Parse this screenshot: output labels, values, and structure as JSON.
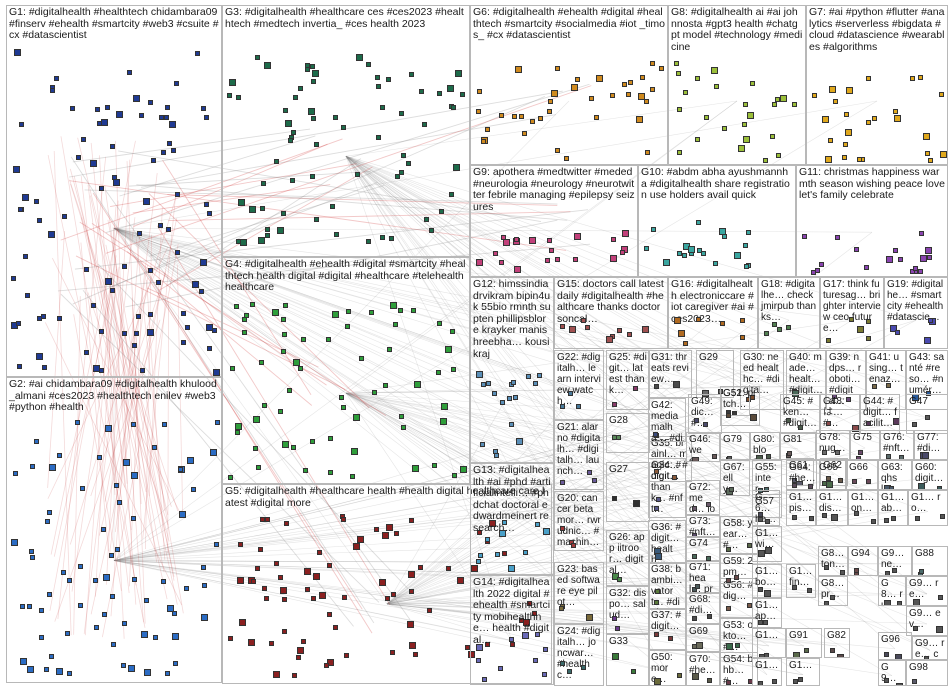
{
  "groups": [
    {
      "id": "G1",
      "label": "G1: #digitalhealth #healthtech chidambara09 #finserv #ehealth #smartcity #web3 #csuite #cx #datascientist",
      "color": "#1f3a93"
    },
    {
      "id": "G2",
      "label": "G2: #ai chidambara09 #digitalhealth khulood_almani #ces2023 #healthtech enilev #web3 #python #health",
      "color": "#2b6cc4"
    },
    {
      "id": "G3",
      "label": "G3: #digitalhealth #healthcare ces #ces2023 #healthtech #medtech invertia_ #ces health 2023",
      "color": "#1d6b4a"
    },
    {
      "id": "G4",
      "label": "G4: #digitalhealth #ehealth #digital #smartcity #healthtech health digital #digital #healthcare #telehealth healthcare",
      "color": "#2e9e3a"
    },
    {
      "id": "G5",
      "label": "G5: #digitalhealth #healthcare health #health digital healthcare care latest #digital more",
      "color": "#8b2020"
    },
    {
      "id": "G6",
      "label": "G6: #digitalhealth #ehealth #digital #healthtech #smartcity #socialmedia #iot _timos_ #cx #datascientist",
      "color": "#d08a1e"
    },
    {
      "id": "G7",
      "label": "G7: #ai #python #flutter #analytics #serverless #bigdata #cloud #datascience #wearables #algorithms",
      "color": "#e0a81c"
    },
    {
      "id": "G8",
      "label": "G8: #digitalhealth ai #ai johnnosta #gpt3 health #chatgpt model #technology #medicine",
      "color": "#9bbf3a"
    },
    {
      "id": "G9",
      "label": "G9: apothera #medtwitter #meded #neurologia #neurology #neurotwitter febrile managing #epilepsy seizures",
      "color": "#c2407a"
    },
    {
      "id": "G10",
      "label": "G10: #abdm abha ayushmannha #digitalhealth share registration use holders avail quick",
      "color": "#3aa6a0"
    },
    {
      "id": "G11",
      "label": "G11: christmas happiness warmth season wishing peace love let's family celebrate",
      "color": "#8a44b0"
    },
    {
      "id": "G12",
      "label": "G12: himssindia drvikram bipin4uk 55bio rmnth supten phillipsblore krayker manishreebha… kousikraj",
      "color": "#5a8fb8"
    },
    {
      "id": "G13",
      "label": "G13: #digitalhealth #ai #phd #artificialintelli… #phdchat doctoral edwardmeinert research…",
      "color": "#4aa0c8"
    },
    {
      "id": "G14",
      "label": "G14: #digitalhealth 2022 digital #ehealth #smartcity mobihealthne… health #digital…",
      "color": "#6a6ab8"
    },
    {
      "id": "G15",
      "label": "G15: doctors call latest daily #digitalhealth #healthcare thanks doctorsoncal…",
      "color": "#a05050"
    },
    {
      "id": "G16",
      "label": "G16: #digitalhealth electroniccare #iot caregiver #ai #ces2023…",
      "color": "#b06a20"
    },
    {
      "id": "G17",
      "label": "G17: think futuresag… brighter interview ceo future…",
      "color": "#7a7a30"
    },
    {
      "id": "G18",
      "label": "G18: #digitalhe… check jmirpub thanks…",
      "color": "#508050"
    },
    {
      "id": "G19",
      "label": "G19: #digitalhe… #smartcity #ehealth #datascie…",
      "color": "#4a4ab0"
    },
    {
      "id": "G20",
      "label": "G20: cancer betamor… rwrudnic… #machin…",
      "color": "#a03a3a"
    },
    {
      "id": "G21",
      "label": "G21: alarno #digitalh… #digitalh… launch…",
      "color": "#6a5a9a"
    },
    {
      "id": "G22",
      "label": "G22: #digitalh… learn interview watch…",
      "color": "#4a7a9a"
    },
    {
      "id": "G23",
      "label": "G23: based software eye pilot…",
      "color": "#7a6a3a"
    },
    {
      "id": "G24",
      "label": "G24: #digitalh… joncwar… #healthc…",
      "color": "#3a6a6a"
    },
    {
      "id": "G25",
      "label": "G25: #digit… latest thank…",
      "color": "#8a3a6a"
    },
    {
      "id": "G26",
      "label": "G26: app iitroor… digital…",
      "color": "#4a8a4a"
    },
    {
      "id": "G27",
      "label": "G27",
      "color": "#303030"
    },
    {
      "id": "G28",
      "label": "G28",
      "color": "#5a8a5a"
    },
    {
      "id": "G29",
      "label": "G29",
      "color": "#6a6a6a"
    },
    {
      "id": "G30",
      "label": "G30: need healthc… #digita…",
      "color": "#7a4a2a"
    },
    {
      "id": "G31",
      "label": "G31: threats review…",
      "color": "#4a4a4a"
    },
    {
      "id": "G32",
      "label": "G32: dispo… salud…",
      "color": "#6a3a8a"
    },
    {
      "id": "G33",
      "label": "G33",
      "color": "#3a7a3a"
    },
    {
      "id": "G34",
      "label": "G34: #digit… thank… #nft…",
      "color": "#5a5a8a"
    },
    {
      "id": "G35",
      "label": "G35: brainl… magic… #digit…",
      "color": "#8a5a3a"
    },
    {
      "id": "G36",
      "label": "G36: #digit… health…",
      "color": "#3a5a7a"
    },
    {
      "id": "G37",
      "label": "G37: #digit…",
      "color": "#7a3a3a"
    },
    {
      "id": "G38",
      "label": "G38: bambi… vatort… #digit…",
      "color": "#5a7a3a"
    },
    {
      "id": "G39",
      "label": "G39: ndps… roboti… #digita…",
      "color": "#6a4a7a"
    },
    {
      "id": "G40",
      "label": "G40: made… healt… #digit…",
      "color": "#4a6a5a"
    },
    {
      "id": "G41",
      "label": "G41: using… tenaz…",
      "color": "#7a6a4a"
    },
    {
      "id": "G42",
      "label": "G42: media malha… #digi…",
      "color": "#3a4a7a"
    },
    {
      "id": "G43",
      "label": "G43: santé #reso… #numér…",
      "color": "#2a5a9a"
    },
    {
      "id": "G44",
      "label": "G44: #digit… facilit…",
      "color": "#5a3a5a"
    },
    {
      "id": "G45",
      "label": "G45: #ken… #digit…",
      "color": "#4a5a4a"
    },
    {
      "id": "G46",
      "label": "G46: wee…",
      "color": "#6a5a5a"
    },
    {
      "id": "G47",
      "label": "G47",
      "color": "#5a5a5a"
    },
    {
      "id": "G48",
      "label": "G48: は… #…",
      "color": "#8a4a4a"
    },
    {
      "id": "G49",
      "label": "G49: dic… #…",
      "color": "#4a4a6a"
    },
    {
      "id": "G50",
      "label": "G50: more…",
      "color": "#6a6a3a"
    },
    {
      "id": "G51",
      "label": "G51",
      "color": "#3a3a3a"
    },
    {
      "id": "G52",
      "label": "G52: pitch…",
      "color": "#5a4a3a"
    },
    {
      "id": "G53",
      "label": "G53: okto… #…",
      "color": "#3a6a4a"
    },
    {
      "id": "G54",
      "label": "G54: bhb… #…",
      "color": "#6a3a4a"
    },
    {
      "id": "G55",
      "label": "G55: inter… #…",
      "color": "#4a6a6a"
    },
    {
      "id": "G56",
      "label": "G56: #dig…",
      "color": "#7a5a4a"
    },
    {
      "id": "G57",
      "label": "G57",
      "color": "#4a4a5a"
    },
    {
      "id": "G58",
      "label": "G58: year… #…",
      "color": "#5a6a4a"
    },
    {
      "id": "G59",
      "label": "G59: 2pm…",
      "color": "#6a4a4a"
    },
    {
      "id": "G60",
      "label": "G60: digit…",
      "color": "#3a5a5a"
    },
    {
      "id": "G61",
      "label": "G61",
      "color": "#5a5a6a"
    },
    {
      "id": "G62",
      "label": "G62",
      "color": "#6a5a4a"
    },
    {
      "id": "G63",
      "label": "G63: qhsl… #…",
      "color": "#4a5a6a"
    },
    {
      "id": "G64",
      "label": "G64: #he…",
      "color": "#5a4a5a"
    },
    {
      "id": "G65",
      "label": "G65",
      "color": "#4a6a4a"
    },
    {
      "id": "G66",
      "label": "G66",
      "color": "#6a4a5a"
    },
    {
      "id": "G67",
      "label": "G67: elly… #…",
      "color": "#5a6a5a"
    },
    {
      "id": "G68",
      "label": "G68: #di…",
      "color": "#4a4a4a"
    },
    {
      "id": "G69",
      "label": "G69",
      "color": "#6a6a5a"
    },
    {
      "id": "G70",
      "label": "G70: #he…",
      "color": "#5a5a4a"
    },
    {
      "id": "G71",
      "label": "G71: heal… pred…",
      "color": "#4a5a5a"
    },
    {
      "id": "G72",
      "label": "G72: med… ioht…",
      "color": "#6a5a6a"
    },
    {
      "id": "G73",
      "label": "G73: #nft…",
      "color": "#5a4a6a"
    },
    {
      "id": "G74",
      "label": "G74",
      "color": "#4a6a5a"
    },
    {
      "id": "G75",
      "label": "G75",
      "color": "#6a4a6a"
    },
    {
      "id": "G76",
      "label": "G76: #nft…",
      "color": "#5a6a6a"
    },
    {
      "id": "G77",
      "label": "G77: #di…",
      "color": "#4a4a6a"
    },
    {
      "id": "G78",
      "label": "G78: nug…",
      "color": "#6a6a6a"
    },
    {
      "id": "G79",
      "label": "G79",
      "color": "#5a5a5a"
    },
    {
      "id": "G80",
      "label": "G80: bloc…",
      "color": "#4a5a4a"
    },
    {
      "id": "G81",
      "label": "G81",
      "color": "#6a5a5a"
    },
    {
      "id": "G82",
      "label": "G82",
      "color": "#5a4a4a"
    },
    {
      "id": "G88",
      "label": "G88",
      "color": "#4a6a6a"
    },
    {
      "id": "G91",
      "label": "G91",
      "color": "#5a6a4a"
    },
    {
      "id": "G94",
      "label": "G94",
      "color": "#6a4a4a"
    },
    {
      "id": "G96",
      "label": "G96",
      "color": "#4a4a5a"
    },
    {
      "id": "G98",
      "label": "G98",
      "color": "#5a5a6a"
    },
    {
      "id": "G6x",
      "label": "G6… he…",
      "color": "#555555"
    },
    {
      "id": "G1a",
      "label": "G1… pis…",
      "color": "#555555"
    },
    {
      "id": "G1b",
      "label": "G1… dis…",
      "color": "#555555"
    },
    {
      "id": "G1c",
      "label": "G1… on…",
      "color": "#555555"
    },
    {
      "id": "G1d",
      "label": "G1… ab…",
      "color": "#555555"
    },
    {
      "id": "G1e",
      "label": "G1… ro…",
      "color": "#555555"
    },
    {
      "id": "G1f",
      "label": "G1… wi…",
      "color": "#555555"
    },
    {
      "id": "G8a",
      "label": "G8… ton…",
      "color": "#555555"
    },
    {
      "id": "G9a",
      "label": "G9… ne…",
      "color": "#555555"
    },
    {
      "id": "G9b",
      "label": "G9… re…",
      "color": "#555555"
    },
    {
      "id": "G1g",
      "label": "G1… bo…",
      "color": "#555555"
    },
    {
      "id": "G1h",
      "label": "G1… fin…",
      "color": "#555555"
    },
    {
      "id": "G8b",
      "label": "G8… pr…",
      "color": "#555555"
    },
    {
      "id": "G8c",
      "label": "G8… rus…",
      "color": "#555555"
    },
    {
      "id": "G1i",
      "label": "G1… ap…",
      "color": "#555555"
    },
    {
      "id": "G9c",
      "label": "G9… ev…",
      "color": "#555555"
    },
    {
      "id": "G1j",
      "label": "G1…",
      "color": "#555555"
    },
    {
      "id": "G1k",
      "label": "G1…",
      "color": "#555555"
    },
    {
      "id": "G1l",
      "label": "G1…",
      "color": "#555555"
    },
    {
      "id": "G9d",
      "label": "G9…",
      "color": "#555555"
    },
    {
      "id": "G9e",
      "label": "G9… re… ca…",
      "color": "#555555"
    }
  ]
}
